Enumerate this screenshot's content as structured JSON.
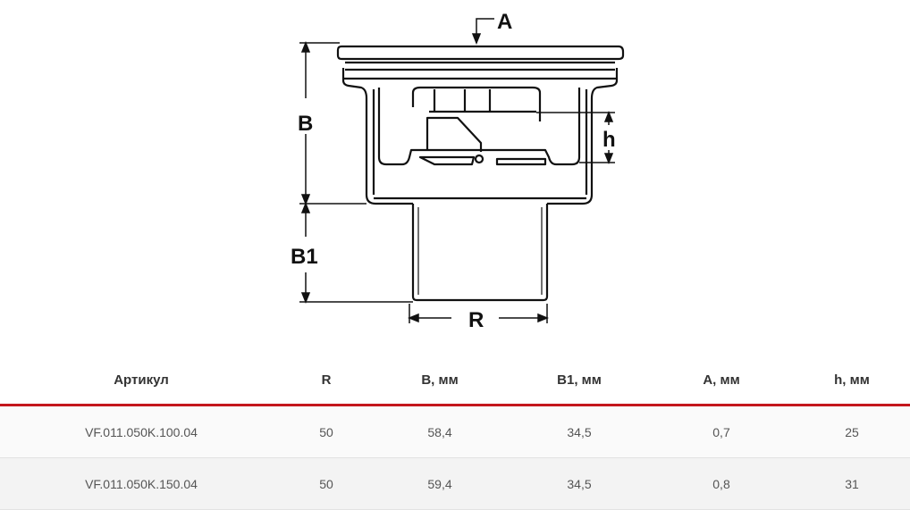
{
  "drawing": {
    "labels": {
      "A": "A",
      "B": "B",
      "B1": "B1",
      "R": "R",
      "h": "h"
    }
  },
  "table": {
    "headers": [
      "Артикул",
      "R",
      "B, мм",
      "B1, мм",
      "A, мм",
      "h, мм"
    ],
    "rows": [
      [
        "VF.011.050K.100.04",
        "50",
        "58,4",
        "34,5",
        "0,7",
        "25"
      ],
      [
        "VF.011.050K.150.04",
        "50",
        "59,4",
        "34,5",
        "0,8",
        "31"
      ]
    ]
  },
  "colors": {
    "accent": "#c4161c"
  }
}
